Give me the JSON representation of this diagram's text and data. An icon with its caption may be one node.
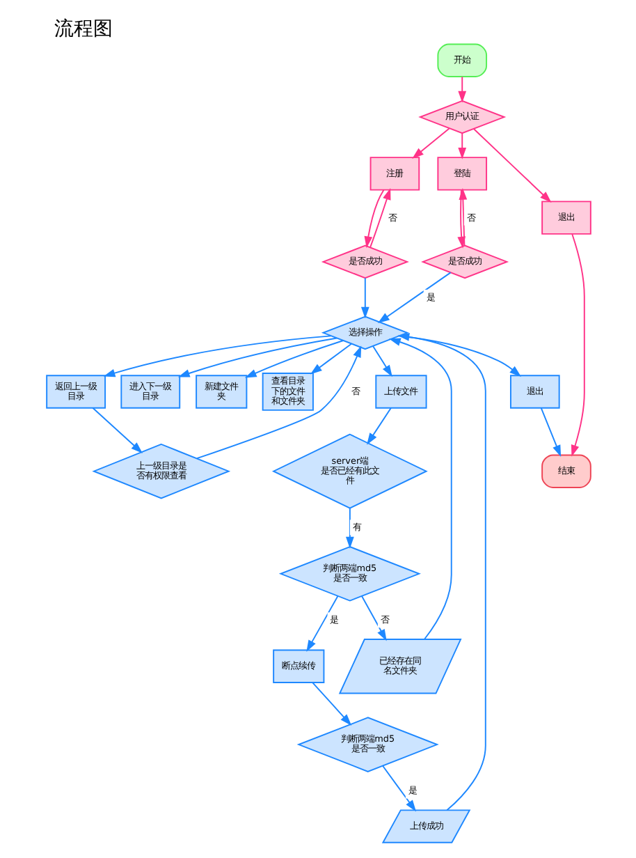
{
  "diagram": {
    "title": "流程图",
    "nodes": [
      {
        "text": [
          "开始"
        ]
      },
      {
        "text": [
          "用户认证"
        ]
      },
      {
        "text": [
          "登陆"
        ]
      },
      {
        "text": [
          "注册"
        ]
      },
      {
        "text": [
          "退出"
        ]
      },
      {
        "text": [
          "是否成功"
        ]
      },
      {
        "text": [
          "是否成功"
        ]
      },
      {
        "text": [
          "结束"
        ]
      },
      {
        "text": [
          "退出"
        ]
      },
      {
        "text": [
          "选择操作"
        ]
      },
      {
        "text": [
          "返回上一级目录"
        ]
      },
      {
        "text": [
          "进入下一级目录"
        ]
      },
      {
        "text": [
          "新建文件夹"
        ]
      },
      {
        "text": [
          "查看目录下的文件和文件夹"
        ]
      },
      {
        "text": [
          "上传文件"
        ]
      },
      {
        "text": [
          "上一级目录是否有权限查看"
        ]
      },
      {
        "text": [
          "server端是否已经有此文件"
        ]
      },
      {
        "text": [
          "已经存在同名文件夹"
        ]
      },
      {
        "text": [
          "判断两端md5是否一致"
        ]
      },
      {
        "text": [
          "上传成功"
        ]
      },
      {
        "text": [
          "断点续传"
        ]
      },
      {
        "text": [
          "判断两端md5是否一致"
        ]
      }
    ],
    "edges": [
      {
        "from": 0,
        "to": 1,
        "arrow": "to",
        "color": "#ff3388"
      },
      {
        "from": 1,
        "to": 2,
        "arrow": "to",
        "color": "#ff3388"
      },
      {
        "from": 1,
        "to": 3,
        "arrow": "to",
        "color": "#ff3388"
      },
      {
        "from": 1,
        "to": 4,
        "arrow": "to",
        "color": "#ff3388"
      },
      {
        "from": 4,
        "to": 7,
        "arrow": "to",
        "color": "#ff3388"
      },
      {
        "from": 2,
        "to": 5,
        "arrow": "to",
        "color": "#ff3388"
      },
      {
        "from": 5,
        "to": 2,
        "arrow": "to",
        "label": "否",
        "color": "#ff3388"
      },
      {
        "from": 3,
        "to": 6,
        "arrow": "to",
        "color": "#ff3388"
      },
      {
        "from": 6,
        "to": 3,
        "arrow": "to",
        "label": "否",
        "color": "#ff3388"
      },
      {
        "from": 5,
        "to": 9,
        "arrow": "to",
        "label": "是"
      },
      {
        "from": 6,
        "to": 9,
        "arrow": "to"
      },
      {
        "from": 9,
        "to": 8,
        "arrow": "to"
      },
      {
        "from": 8,
        "to": 7,
        "arrow": "to"
      },
      {
        "from": 9,
        "to": 10,
        "arrow": "to"
      },
      {
        "from": 9,
        "to": 11,
        "arrow": "to"
      },
      {
        "from": 9,
        "to": 12,
        "arrow": "to"
      },
      {
        "from": 9,
        "to": 13,
        "arrow": "to"
      },
      {
        "from": 9,
        "to": 14,
        "arrow": "to"
      },
      {
        "from": 10,
        "to": 15,
        "arrow": "to"
      },
      {
        "from": 15,
        "to": 9,
        "arrow": "to",
        "label": "否"
      },
      {
        "from": 14,
        "to": 16,
        "arrow": "to"
      },
      {
        "from": 16,
        "to": 18,
        "arrow": "to",
        "label": "有"
      },
      {
        "from": 18,
        "to": 17,
        "arrow": "to",
        "label": "否"
      },
      {
        "from": 17,
        "to": 9,
        "arrow": "to"
      },
      {
        "from": 18,
        "to": 20,
        "arrow": "to",
        "label": "是"
      },
      {
        "from": 20,
        "to": 21,
        "arrow": "to"
      },
      {
        "from": 21,
        "to": 19,
        "arrow": "to",
        "label": "是"
      },
      {
        "from": 19,
        "to": 9,
        "arrow": "to"
      }
    ]
  }
}
